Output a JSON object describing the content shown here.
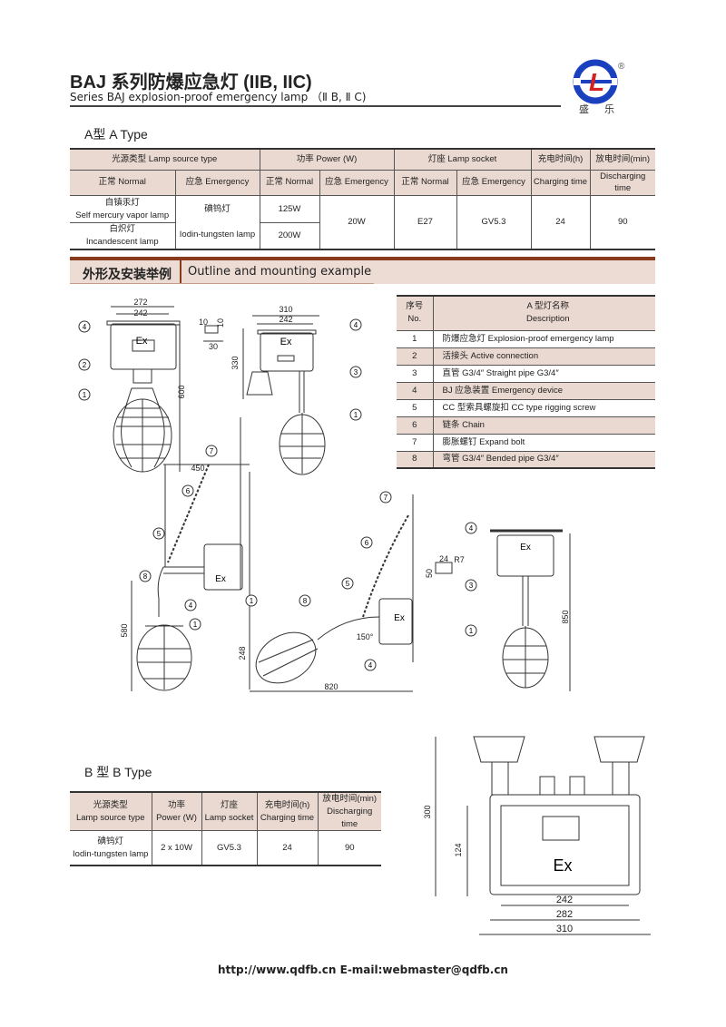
{
  "header": {
    "title": "BAJ 系列防爆应急灯 (IIB, IIC)",
    "subtitle": "Series BAJ explosion-proof emergency lamp （Ⅱ B, Ⅱ C)",
    "logo_text": "盛 乐",
    "logo_mark": "®"
  },
  "type_a": {
    "label": "A型  A Type",
    "head1": [
      "光源类型 Lamp source type",
      "功率 Power (W)",
      "灯座 Lamp socket",
      "充电时间(h)",
      "放电时间(min)"
    ],
    "head2": [
      "正常 Normal",
      "应急 Emergency",
      "正常 Normal",
      "应急 Emergency",
      "正常 Normal",
      "应急 Emergency",
      "Charging time",
      "Discharging time"
    ],
    "rows": [
      {
        "normal_cn": "自镇汞灯",
        "normal_en": "Self mercury vapor lamp",
        "power": "125W"
      },
      {
        "normal_cn": "白炽灯",
        "normal_en": "Incandescent lamp",
        "power": "200W"
      }
    ],
    "emergency_cn": "碘钨灯",
    "emergency_en": "Iodin-tungsten lamp",
    "power_emergency": "20W",
    "socket_normal": "E27",
    "socket_emergency": "GV5.3",
    "charging": "24",
    "discharging": "90"
  },
  "section": {
    "cn": "外形及安装举例",
    "en": "Outline and mounting example"
  },
  "parts": {
    "head_no_cn": "序号",
    "head_no_en": "No.",
    "head_desc_cn": "A 型灯名称",
    "head_desc_en": "Description",
    "items": [
      {
        "no": "1",
        "desc": "防爆应急灯 Explosion-proof emergency lamp"
      },
      {
        "no": "2",
        "desc": "活接头 Active connection"
      },
      {
        "no": "3",
        "desc": "直管 G3/4″  Straight pipe G3/4″"
      },
      {
        "no": "4",
        "desc": "BJ 应急装置 Emergency device"
      },
      {
        "no": "5",
        "desc": "CC 型索具螺旋扣 CC type rigging screw"
      },
      {
        "no": "6",
        "desc": "链条 Chain"
      },
      {
        "no": "7",
        "desc": "膨胀螺钉 Expand bolt"
      },
      {
        "no": "8",
        "desc": "弯管  G3/4″   Bended pipe G3/4″"
      }
    ]
  },
  "drawing": {
    "dims": [
      "272",
      "242",
      "10",
      "10",
      "30",
      "310",
      "242",
      "330",
      "600",
      "450",
      "580",
      "248",
      "820",
      "150°",
      "850",
      "24",
      "R7",
      "50",
      "300",
      "124",
      "242",
      "282",
      "310"
    ],
    "ex": "Ex",
    "callouts": [
      "4",
      "2",
      "1",
      "4",
      "3",
      "1",
      "7",
      "6",
      "5",
      "8",
      "4",
      "1",
      "7",
      "6",
      "5",
      "8",
      "1",
      "4",
      "4",
      "3",
      "1"
    ]
  },
  "type_b": {
    "label": "B 型  B Type",
    "head_cn": [
      "光源类型",
      "功率",
      "灯座",
      "充电时间(h)",
      "放电时间(min)"
    ],
    "head_en": [
      "Lamp source type",
      "Power (W)",
      "Lamp socket",
      "Charging time",
      "Discharging time"
    ],
    "row": {
      "lamp_cn": "碘钨灯",
      "lamp_en": "Iodin-tungsten lamp",
      "power": "2 x 10W",
      "socket": "GV5.3",
      "charging": "24",
      "discharging": "90"
    }
  },
  "footer": "http://www.qdfb.cn  E-mail:webmaster@qdfb.cn",
  "colors": {
    "header_bg": "#ead9d1",
    "bar_accent": "#8a3a1c",
    "logo_blue": "#1a3fbf",
    "logo_red": "#d42020"
  }
}
